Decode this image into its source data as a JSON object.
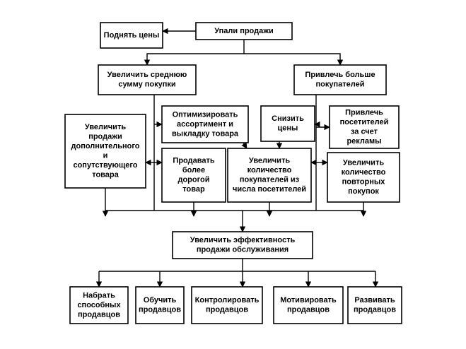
{
  "diagram": {
    "nodes": {
      "sales_fell": {
        "lines": [
          "Упали продажи"
        ]
      },
      "raise_prices": {
        "lines": [
          "Поднять цены"
        ]
      },
      "increase_avg_purchase": {
        "lines": [
          "Увеличить среднюю",
          "сумму покупки"
        ]
      },
      "attract_more_buyers": {
        "lines": [
          "Привлечь больше",
          "покупателей"
        ]
      },
      "increase_additional_sales": {
        "lines": [
          "Увеличить",
          "продажи",
          "дополнительного",
          "и",
          "сопутствующего",
          "товара"
        ]
      },
      "optimize_assortment": {
        "lines": [
          "Оптимизировать",
          "ассортимент и",
          "выкладку товара"
        ]
      },
      "lower_prices": {
        "lines": [
          "Снизить",
          "цены"
        ]
      },
      "attract_visitors_ads": {
        "lines": [
          "Привлечь",
          "посетителей",
          "за счет",
          "рекламы"
        ]
      },
      "sell_pricier_goods": {
        "lines": [
          "Продавать",
          "более",
          "дорогой",
          "товар"
        ]
      },
      "increase_buyers_from_visitors": {
        "lines": [
          "Увеличить",
          "количество",
          "покупателей из",
          "числа посетителей"
        ]
      },
      "increase_repeat_purchases": {
        "lines": [
          "Увеличить",
          "количество",
          "повторных",
          "покупок"
        ]
      },
      "improve_efficiency": {
        "lines": [
          "Увеличить эффективность",
          "продажи обслуживания"
        ]
      },
      "hire_sellers": {
        "lines": [
          "Набрать",
          "способных",
          "продавцов"
        ]
      },
      "train_sellers": {
        "lines": [
          "Обучить",
          "продавцов"
        ]
      },
      "control_sellers": {
        "lines": [
          "Контролировать",
          "продавцов"
        ]
      },
      "motivate_sellers": {
        "lines": [
          "Мотивировать",
          "продавцов"
        ]
      },
      "develop_sellers": {
        "lines": [
          "Развивать",
          "продавцов"
        ]
      }
    }
  }
}
